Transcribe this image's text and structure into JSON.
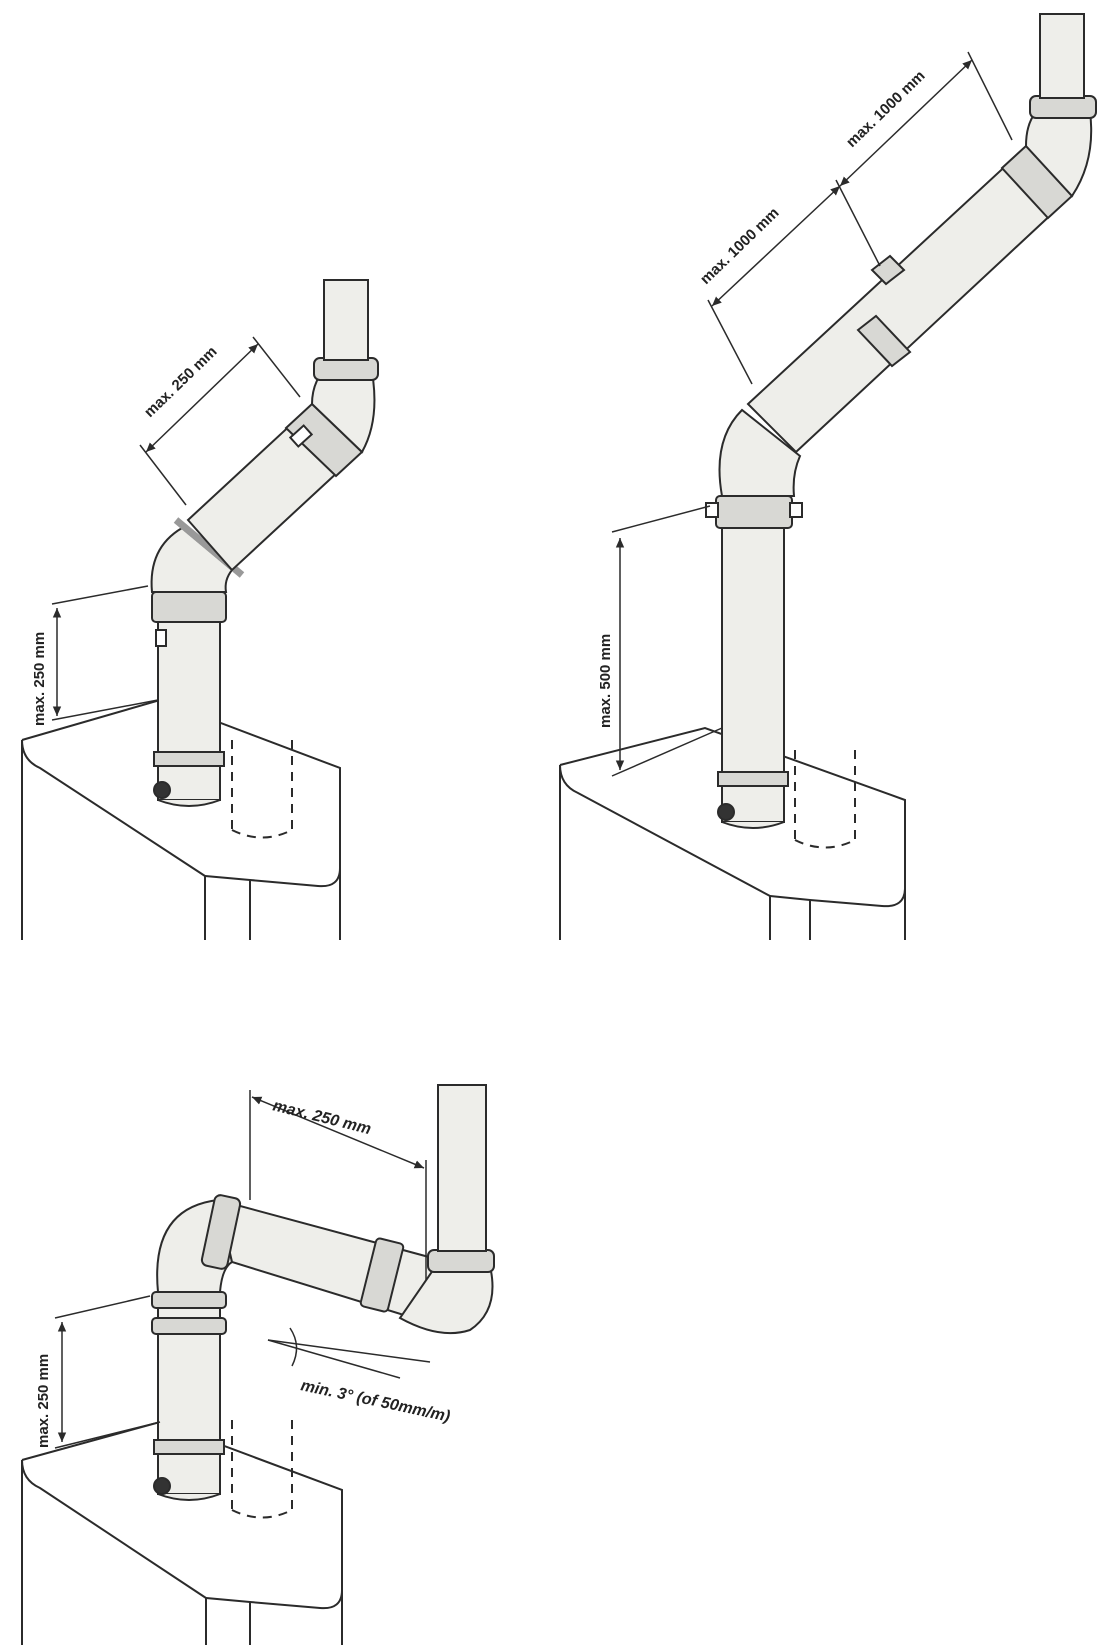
{
  "colors": {
    "line": "#2b2b2b",
    "pipe_fill": "#eeeeea",
    "ring_fill": "#d8d8d4",
    "background": "#ffffff"
  },
  "figures": [
    {
      "id": "fig1",
      "dimensions": {
        "angled_run": "max. 250 mm",
        "vertical_rise": "max. 250 mm"
      }
    },
    {
      "id": "fig2",
      "dimensions": {
        "run_upper": "max. 1000 mm",
        "run_lower": "max. 1000 mm",
        "vertical_rise": "max. 500 mm"
      }
    },
    {
      "id": "fig3",
      "dimensions": {
        "horizontal_run": "max. 250 mm",
        "vertical_rise": "max. 250 mm",
        "slope": "min. 3° (of 50mm/m)"
      }
    }
  ]
}
